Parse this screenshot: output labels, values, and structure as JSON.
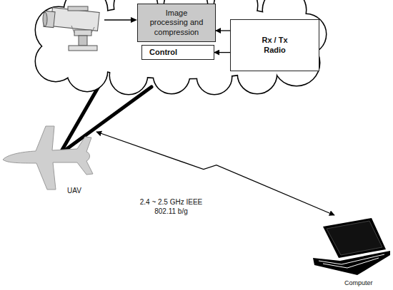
{
  "diagram": {
    "nodes": [
      {
        "text": [
          "Image processing and compression"
        ]
      },
      {
        "text": [
          "Control"
        ]
      },
      {
        "text": [
          "Rx / Tx Radio"
        ]
      },
      {
        "text": [
          "UAV"
        ]
      },
      {
        "text": [
          "Computer"
        ]
      }
    ],
    "edges": [
      {
        "from": 2,
        "to": 0,
        "arrow": "to"
      },
      {
        "from": 2,
        "to": 1,
        "arrow": "to"
      },
      {
        "from": 3,
        "to": 4,
        "label": "2.4 ~ 2.5 GHz IEEE 802.11 b/g",
        "arrow": "both"
      }
    ]
  }
}
